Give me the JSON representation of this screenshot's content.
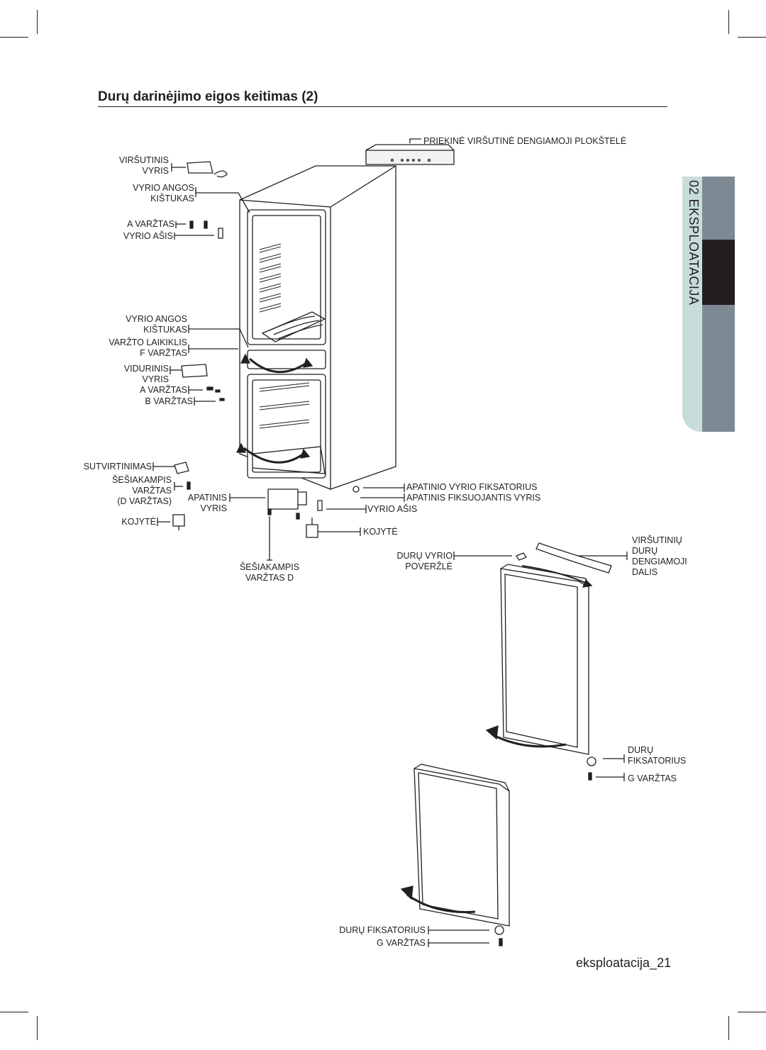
{
  "page": {
    "title": "Durų darinėjimo eigos keitimas (2)",
    "section_tab": "02 EKSPLOATACIJA",
    "footer": "eksploatacija_21"
  },
  "labels": {
    "front_top_cover": "PRIEKINĖ VIRŠUTINĖ DENGIAMOJI PLOKŠTELĖ",
    "top_hinge_1": "VIRŠUTINIS",
    "top_hinge_2": "VYRIS",
    "hinge_cap_1": "VYRIO ANGOS",
    "hinge_cap_2": "KIŠTUKAS",
    "bolt_a": "A VARŽTAS",
    "hinge_shaft": "VYRIO AŠIS",
    "hinge_cap2_1": "VYRIO ANGOS",
    "hinge_cap2_2": "KIŠTUKAS",
    "bolt_holder": "VARŽTO LAIKIKLIS",
    "bolt_f": "F VARŽTAS",
    "middle_hinge_1": "VIDURINIS",
    "middle_hinge_2": "VYRIS",
    "bolt_a2": "A VARŽTAS",
    "bolt_b": "B VARŽTAS",
    "reinforcement": "SUTVIRTINIMAS",
    "hex_bolt_1": "ŠEŠIAKAMPIS",
    "hex_bolt_2": "VARŽTAS",
    "hex_bolt_3": "(D VARŽTAS)",
    "bottom_hinge_1": "APATINIS",
    "bottom_hinge_2": "VYRIS",
    "leg_left": "KOJYTĖ",
    "hex_bolt_d_1": "ŠEŠIAKAMPIS",
    "hex_bolt_d_2": "VARŽTAS D",
    "bottom_hinge_fixer": "APATINIO VYRIO FIKSATORIUS",
    "bottom_fix_hinge": "APATINIS FIKSUOJANTIS VYRIS",
    "hinge_shaft2": "VYRIO AŠIS",
    "leg_right": "KOJYTĖ",
    "door_washer_1": "DURŲ VYRIO",
    "door_washer_2": "POVERŽLĖ",
    "top_door_cover_1": "VIRŠUTINIŲ",
    "top_door_cover_2": "DURŲ",
    "top_door_cover_3": "DENGIAMOJI",
    "top_door_cover_4": "DALIS",
    "door_fixer_1": "DURŲ",
    "door_fixer_2": "FIKSATORIUS",
    "bolt_g": "G VARŽTAS",
    "door_fixer_b": "DURŲ FIKSATORIUS",
    "bolt_g2": "G VARŽTAS"
  }
}
